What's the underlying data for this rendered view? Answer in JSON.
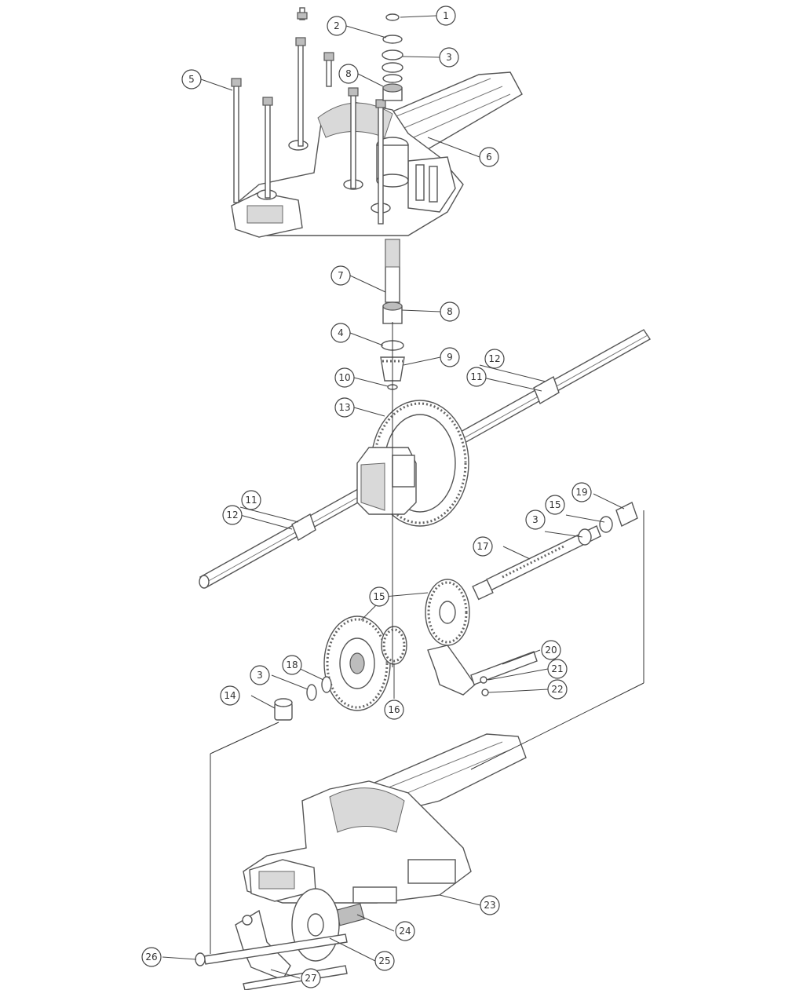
{
  "callouts": [
    {
      "id": "c1",
      "label": "1"
    },
    {
      "id": "c2",
      "label": "2"
    },
    {
      "id": "c3a",
      "label": "3"
    },
    {
      "id": "c8a",
      "label": "8"
    },
    {
      "id": "c5",
      "label": "5"
    },
    {
      "id": "c6",
      "label": "6"
    },
    {
      "id": "c7",
      "label": "7"
    },
    {
      "id": "c8b",
      "label": "8"
    },
    {
      "id": "c4",
      "label": "4"
    },
    {
      "id": "c9",
      "label": "9"
    },
    {
      "id": "c10",
      "label": "10"
    },
    {
      "id": "c12a",
      "label": "12"
    },
    {
      "id": "c11a",
      "label": "11"
    },
    {
      "id": "c13",
      "label": "13"
    },
    {
      "id": "c11b",
      "label": "11"
    },
    {
      "id": "c12b",
      "label": "12"
    },
    {
      "id": "c19",
      "label": "19"
    },
    {
      "id": "c15a",
      "label": "15"
    },
    {
      "id": "c3b",
      "label": "3"
    },
    {
      "id": "c17",
      "label": "17"
    },
    {
      "id": "c15b",
      "label": "15"
    },
    {
      "id": "c18",
      "label": "18"
    },
    {
      "id": "c3c",
      "label": "3"
    },
    {
      "id": "c14",
      "label": "14"
    },
    {
      "id": "c16",
      "label": "16"
    },
    {
      "id": "c20",
      "label": "20"
    },
    {
      "id": "c21",
      "label": "21"
    },
    {
      "id": "c22",
      "label": "22"
    },
    {
      "id": "c23",
      "label": "23"
    },
    {
      "id": "c24",
      "label": "24"
    },
    {
      "id": "c25",
      "label": "25"
    },
    {
      "id": "c26",
      "label": "26"
    },
    {
      "id": "c27",
      "label": "27"
    }
  ]
}
